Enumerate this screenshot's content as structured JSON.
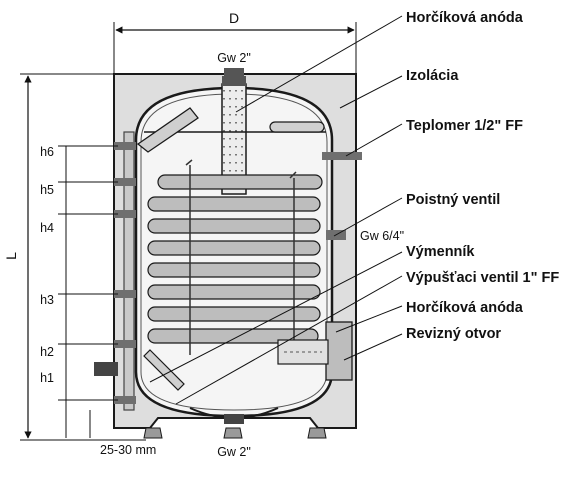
{
  "labels": {
    "anode_top": "Horčíková anóda",
    "insulation": "Izolácia",
    "thermometer": "Teplomer 1/2\" FF",
    "safety_valve": "Poistný ventil",
    "exchanger": "Výmenník",
    "drain_valve": "Výpušťaci ventil 1\" FF",
    "anode_bottom": "Horčíková anóda",
    "inspection": "Revizný otvor"
  },
  "dimensions": {
    "D": "D",
    "L": "L",
    "h6": "h6",
    "h5": "h5",
    "h4": "h4",
    "h3": "h3",
    "h2": "h2",
    "h1": "h1",
    "feet": "25-30 mm",
    "gw_top": "Gw 2\"",
    "gw_side": "Gw 6/4\"",
    "gw_bottom": "Gw 2\""
  },
  "colors": {
    "line": "#1a1a1a",
    "insulation": "#dedede",
    "tank": "#f4f4f4",
    "coil": "#bdbdbd",
    "coil_dark": "#8a8a8a",
    "fitting": "#6f6f6f"
  }
}
